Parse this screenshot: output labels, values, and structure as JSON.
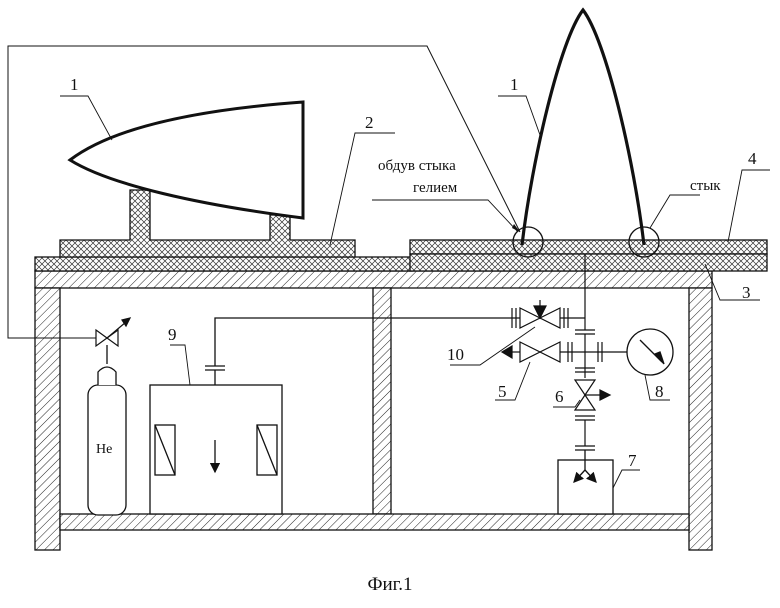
{
  "labels": {
    "nose_left": "1",
    "nose_right": "1",
    "support_plate": "2",
    "table_top": "3",
    "right_plate": "4",
    "valve_5": "5",
    "valve_6": "6",
    "pump_7": "7",
    "gauge_8": "8",
    "chamber_9": "9",
    "valve_10": "10"
  },
  "annotations": {
    "blow_line1": "обдув стыка",
    "blow_line2": "гелием",
    "joint": "стык",
    "helium": "He"
  },
  "caption": "Фиг.1",
  "colors": {
    "ink": "#111111",
    "hatch": "#222222",
    "background": "#ffffff"
  }
}
